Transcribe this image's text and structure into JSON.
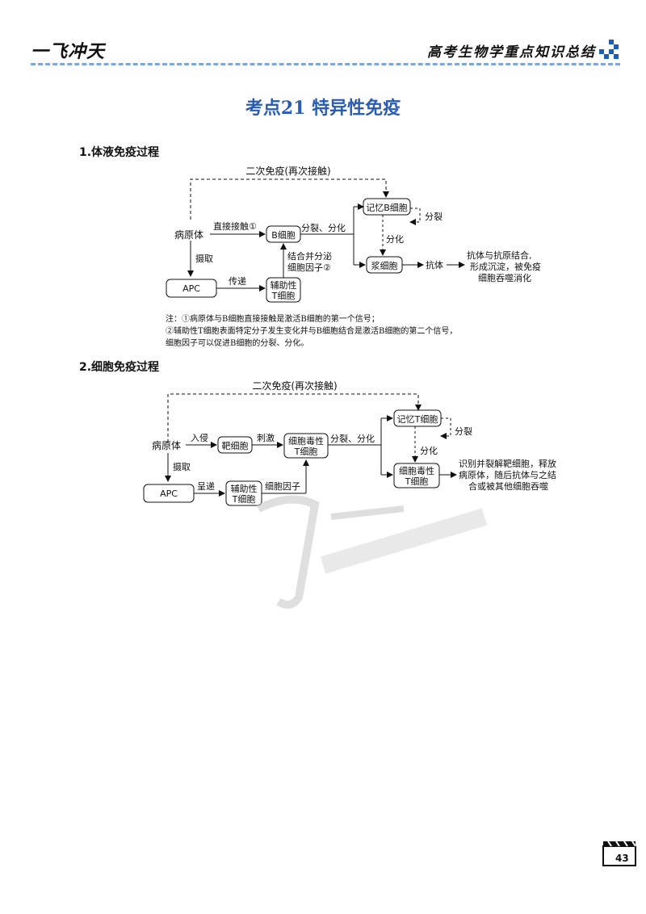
{
  "header": {
    "brand": "一飞冲天",
    "title": "高考生物学重点知识总结"
  },
  "main_title": "考点21  特异性免疫",
  "section1": {
    "heading": "1.体液免疫过程",
    "labels": {
      "secondary": "二次免疫(再次接触)",
      "pathogen": "病原体",
      "direct_contact": "直接接触①",
      "b_cell": "B细胞",
      "divide_diff": "分裂、分化",
      "memory_b": "记忆B细胞",
      "divide": "分裂",
      "differentiate": "分化",
      "plasma": "浆细胞",
      "antibody": "抗体",
      "outcome_1": "抗体与抗原结合,",
      "outcome_2": "形成沉淀，被免疫",
      "outcome_3": "细胞吞噬消化",
      "uptake": "摄取",
      "apc": "APC",
      "present": "传递",
      "helper_1": "辅助性",
      "helper_2": "T细胞",
      "bind_1": "结合并分泌",
      "bind_2": "细胞因子②"
    },
    "notes": [
      "注：①病原体与B细胞直接接触是激活B细胞的第一个信号；",
      "②辅助性T细胞表面特定分子发生变化并与B细胞结合是激活B细胞的第二个信号，",
      "细胞因子可以促进B细胞的分裂、分化。"
    ]
  },
  "section2": {
    "heading": "2.细胞免疫过程",
    "labels": {
      "secondary": "二次免疫(再次接触)",
      "pathogen": "病原体",
      "invade": "入侵",
      "target": "靶细胞",
      "stimulate": "刺激",
      "ctl_1": "细胞毒性",
      "ctl_2": "T细胞",
      "divide_diff": "分裂、分化",
      "memory_t": "记忆T细胞",
      "divide": "分裂",
      "differentiate": "分化",
      "ctl2_1": "细胞毒性",
      "ctl2_2": "T细胞",
      "outcome_1": "识别并裂解靶细胞，释放",
      "outcome_2": "病原体，随后抗体与之结",
      "outcome_3": "合或被其他细胞吞噬",
      "uptake": "摄取",
      "apc": "APC",
      "present": "呈递",
      "helper_1": "辅助性",
      "helper_2": "T细胞",
      "cytokine": "细胞因子"
    }
  },
  "page_number": "43",
  "colors": {
    "title_blue": "#2a5db0",
    "header_line": "#7fa7d6"
  }
}
